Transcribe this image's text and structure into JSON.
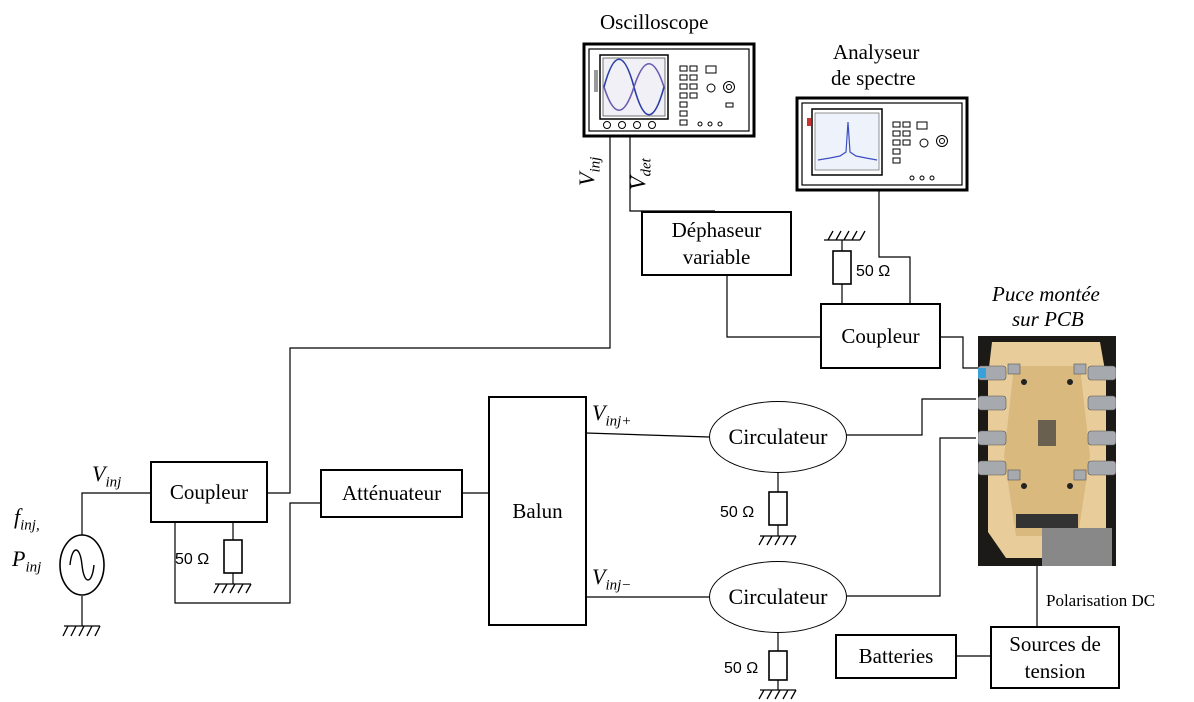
{
  "instruments": {
    "oscilloscope": "Oscilloscope",
    "analyzer_line1": "Analyseur",
    "analyzer_line2": "de spectre"
  },
  "blocks": {
    "phase_shifter_line1": "Déphaseur",
    "phase_shifter_line2": "variable",
    "coupler_top": "Coupleur",
    "coupler_left": "Coupleur",
    "attenuator": "Atténuateur",
    "balun": "Balun",
    "circulator_top": "Circulateur",
    "circulator_bottom": "Circulateur",
    "batteries": "Batteries",
    "voltage_sources_line1": "Sources de",
    "voltage_sources_line2": "tension"
  },
  "chip": {
    "label_line1": "Puce montée",
    "label_line2": "sur PCB"
  },
  "signals": {
    "v_inj_base": "V",
    "v_inj_sub": "inj",
    "v_det_base": "V",
    "v_det_sub": "det",
    "v_inj_plus_sub": "inj+",
    "v_inj_minus_sub": "inj−",
    "f_inj_base": "f",
    "f_inj_sub": "inj,",
    "p_inj_base": "P",
    "p_inj_sub": "inj"
  },
  "resistors": {
    "r1": "50 Ω",
    "r2": "50 Ω",
    "r3": "50 Ω",
    "r4": "50 Ω"
  },
  "bias_label": "Polarisation DC"
}
